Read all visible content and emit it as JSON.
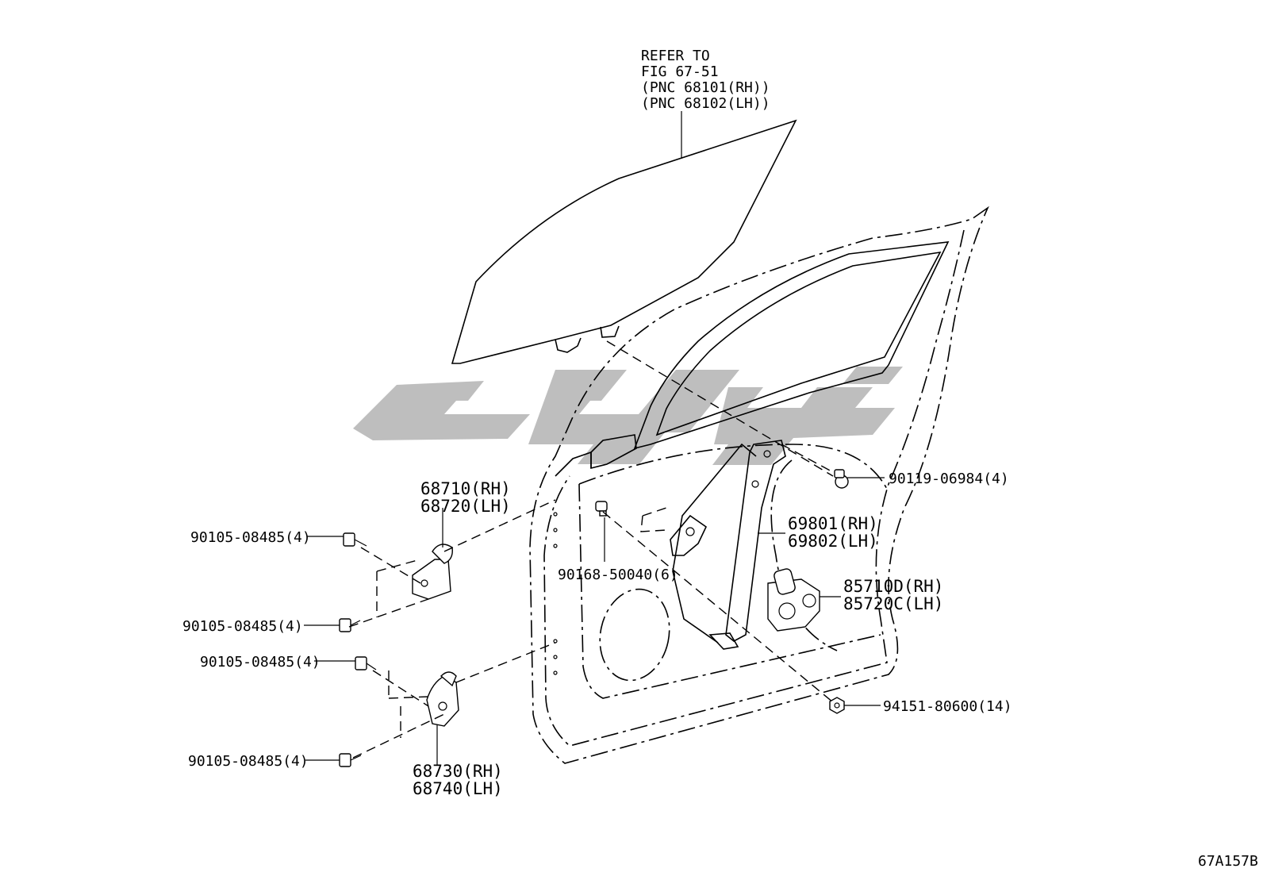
{
  "diagram": {
    "refer_note": [
      "REFER TO",
      "FIG 67-51",
      "(PNC 68101(RH))",
      "(PNC 68102(LH))"
    ],
    "callouts": {
      "hinge_upper": [
        "68710(RH)",
        "68720(LH)"
      ],
      "hinge_lower": [
        "68730(RH)",
        "68740(LH)"
      ],
      "bolt_1": "90105-08485(4)",
      "bolt_2": "90105-08485(4)",
      "bolt_3": "90105-08485(4)",
      "bolt_4": "90105-08485(4)",
      "clip": "90168-50040(6)",
      "regulator": [
        "69801(RH)",
        "69802(LH)"
      ],
      "motor": [
        "85710D(RH)",
        "85720C(LH)"
      ],
      "regulator_bolt": "90119-06984(4)",
      "nut": "94151-80600(14)"
    },
    "figure_code": "67A157B"
  }
}
